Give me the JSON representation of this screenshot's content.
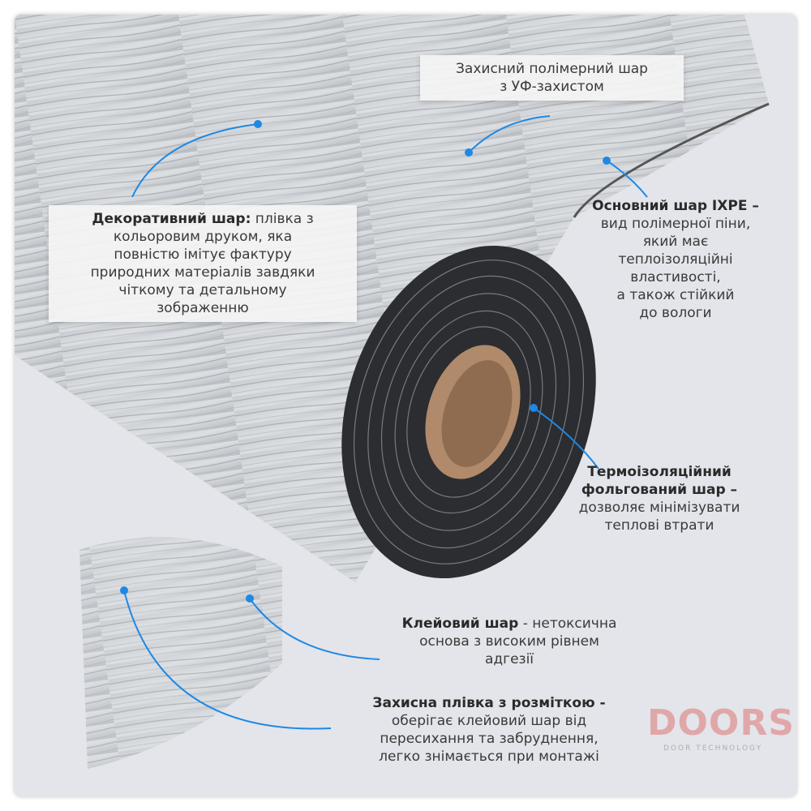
{
  "labels": {
    "protective_layer": {
      "line1": "Захисний полімерний шар",
      "line2": "з УФ-захистом"
    },
    "decorative_layer": {
      "title": "Декоративний шар:",
      "text_1": " плівка з",
      "text_2": "кольоровим друком, яка",
      "text_3": "повністю імітує фактуру",
      "text_4": "природних матеріалів завдяки",
      "text_5": "чіткому та детальному",
      "text_6": "зображенню"
    },
    "ixpe_layer": {
      "title": "Основний шар IXPE –",
      "text_1": "вид полімерної піни,",
      "text_2": "який має",
      "text_3": "теплоізоляційні",
      "text_4": "властивості,",
      "text_5": "а також стійкий",
      "text_6": "до вологи"
    },
    "foil_layer": {
      "title_1": "Термоізоляційний",
      "title_2": "фольгований шар –",
      "text_1": "дозволяє мінімізувати",
      "text_2": "теплові втрати"
    },
    "adhesive_layer": {
      "title": "Клейовий шар",
      "text_1": " - нетоксична",
      "text_2": "основа з високим рівнем",
      "text_3": "адгезії"
    },
    "release_film": {
      "title": "Захисна плівка з розміткою -",
      "text_1": "оберігає клейовий шар від",
      "text_2": "пересихання та забруднення,",
      "text_3": "легко знімається при монтажі"
    }
  },
  "watermark": {
    "brand": "DOORS",
    "tagline": "DOOR TECHNOLOGY"
  },
  "colors": {
    "accent": "#1e88e5",
    "background": "#e3e5ea",
    "foam": "#2b2d30",
    "core": "#b08a6a"
  }
}
